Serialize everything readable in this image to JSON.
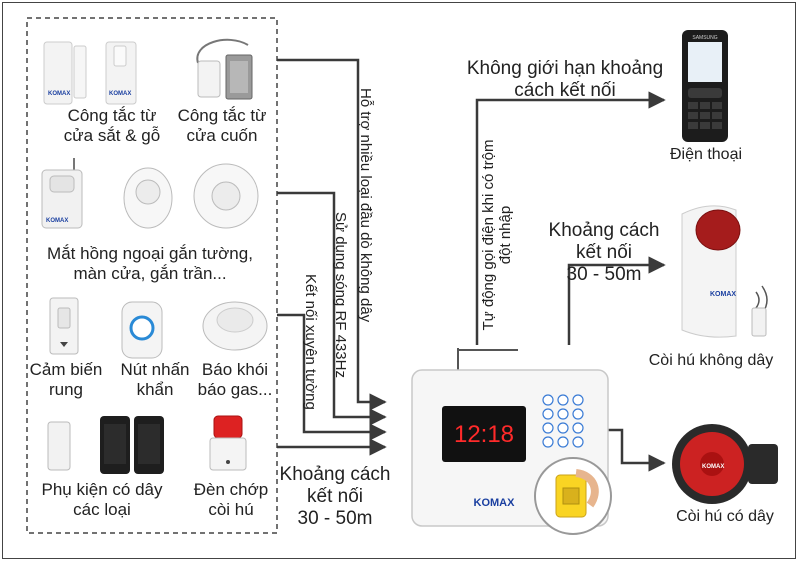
{
  "devices": {
    "door_sensor": "Công tắc từ\ncửa sắt & gỗ",
    "shutter_sensor": "Công tắc từ\ncửa cuốn",
    "pir_sensor": "Mắt hồng ngoại gắn tường,\nmàn cửa, gắn trần...",
    "vibration_sensor": "Cảm biến\nrung",
    "panic_button": "Nút nhấn\nkhẩn",
    "smoke_detector": "Báo khói\nbáo gas...",
    "wired_accessories": "Phụ kiện có dây\ncác loại",
    "strobe_siren": "Đèn chớp\ncòi hú"
  },
  "vertical_labels": {
    "multi_sensor": "Hỗ trợ nhiều loại đầu dò không dây",
    "rf_433": "Sử dụng sóng RF 433Hz",
    "wall_penetration": "Kết nối xuyên tường",
    "auto_call": "Tự động gọi điện khi có trộm\nđột nhập"
  },
  "range_label_bottom": "Khoảng cách\nkết nối\n30 - 50m",
  "unlimited_label": "Không giới hạn khoảng\ncách kết nối",
  "phone_label": "Điện thoại",
  "wireless_range_label": "Khoảng cách\nkết nối\n30 - 50m",
  "wireless_siren_label": "Còi hú không dây",
  "wired_siren_label": "Còi hú có dây",
  "brand": "KOMAX",
  "display_time": "12:18",
  "phone_brand": "SAMSUNG",
  "colors": {
    "brand_blue": "#1a3fa0",
    "siren_red": "#b01e1e",
    "arrow": "#3a3a3a",
    "display_red": "#ff2a2a"
  }
}
